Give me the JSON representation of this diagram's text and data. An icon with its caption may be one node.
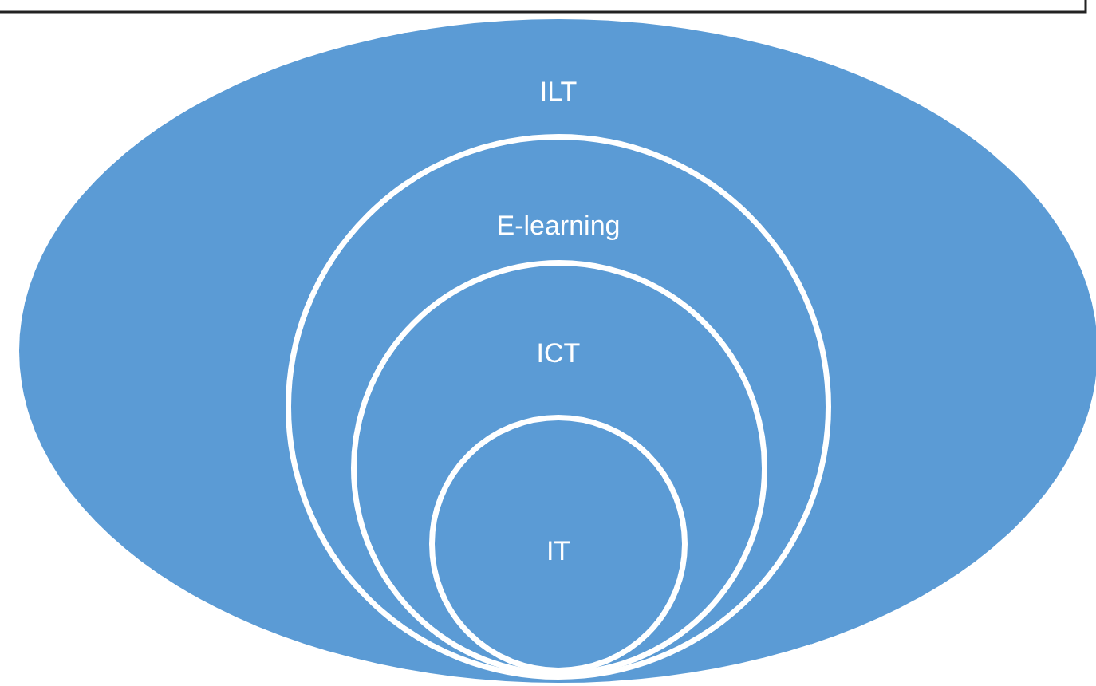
{
  "diagram": {
    "nodes": [
      {
        "text": [
          "ILT"
        ]
      },
      {
        "text": [
          "E-learning"
        ],
        "in": 0
      },
      {
        "text": [
          "ICT"
        ],
        "in": 1
      },
      {
        "text": [
          "IT"
        ],
        "in": 2
      }
    ]
  }
}
